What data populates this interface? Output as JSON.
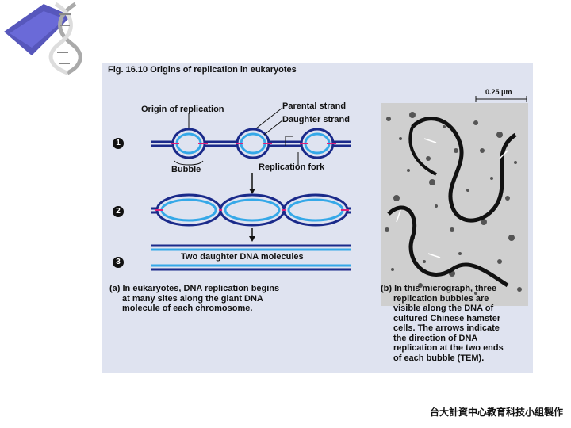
{
  "figure": {
    "title": "Fig. 16.10  Origins of replication in eukaryotes",
    "labels": {
      "origin": "Origin of replication",
      "parental": "Parental strand",
      "daughter": "Daughter strand",
      "bubble": "Bubble",
      "fork": "Replication fork",
      "molecules": "Two daughter DNA molecules"
    },
    "steps": [
      "1",
      "2",
      "3"
    ],
    "caption_a": {
      "lines": [
        "(a) In eukaryotes, DNA replication begins",
        "at many sites along the giant DNA",
        "molecule of each chromosome."
      ]
    },
    "caption_b": {
      "lines": [
        "(b) In this micrograph, three",
        "replication bubbles are",
        "visible along the DNA of",
        "cultured Chinese hamster",
        "cells. The arrows indicate",
        "the direction of DNA",
        "replication at the two ends",
        "of each bubble (TEM)."
      ]
    },
    "scale_bar": "0.25 μm"
  },
  "footer": "台大計資中心教育科技小組製作",
  "colors": {
    "parental": "#1a2a8a",
    "daughter": "#35a8e8",
    "fork": "#e0207a",
    "panel": "#dfe3f0"
  },
  "icons": [
    "dna-helix-icon"
  ]
}
